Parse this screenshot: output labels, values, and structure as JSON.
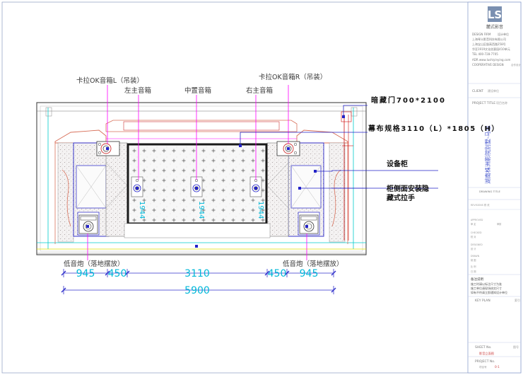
{
  "labels": {
    "karaoke_l": "卡拉OK音箱L（吊装）",
    "karaoke_r": "卡拉OK音箱R（吊装）",
    "left_main": "左主音箱",
    "center": "中置音箱",
    "right_main": "右主音箱",
    "sub_left": "低音炮（落地摆放）",
    "sub_right": "低音炮（落地摆放）"
  },
  "callouts": {
    "hidden_door": "暗藏门700*2100",
    "screen_spec": "幕布规格3110（L）*1805（H）",
    "cabinet": "设备柜",
    "handle_line1": "柜侧面安装隐",
    "handle_line2": "藏式拉手"
  },
  "dims": {
    "d945a": "945",
    "d450a": "450",
    "d3110": "3110",
    "d450b": "450",
    "d945b": "945",
    "total": "5900"
  },
  "screen_marks": {
    "left": "1944",
    "center": "1944",
    "right": "1944"
  },
  "title_block": {
    "logo_letters": "LS",
    "logo_text": "麓式影音",
    "design_firm_label": "DESIGN FIRM",
    "design_firm_cn": "设计单位",
    "company": "上海琴义影音科技有限公司",
    "address1": "上海宝山区殷高西路258号",
    "address2": "华亚1919文化创意园410单元",
    "tel": "TEL 400-728-7705",
    "adr": "ADR www.lushiyinying.com",
    "coop": "COOPERATIVE DESIGN",
    "coop_cn": "合作设计",
    "client_label": "CLIENT",
    "client_cn": "建设单位",
    "project_title_label": "PROJECT TITLE",
    "project_title_cn": "项目名称",
    "project_name": "湖南株洲影院别墅-马总",
    "drawing_title": "DRAWING TITLE",
    "revisions": "REVISIONS 修  改",
    "approved": "APPROVED",
    "approved_cn": "审    定",
    "audit": "AUDIT",
    "audit_cn": "审核",
    "checked": "CHECKED",
    "checked_cn": "校    对",
    "designed": "DESIGNED",
    "designed_cn": "设    计",
    "drawn": "DRAWN",
    "drawn_cn": "制    图",
    "scale": "SCALE",
    "scale_cn": "比    例",
    "date": "DATE",
    "date_cn": "日    期",
    "fix_cn": "修  改",
    "note_title": "备注说明",
    "note1": "施工时请以标注尺寸为准",
    "note2": "施工单位请现场核实尺寸",
    "note3": "如有不符请立即通知设计单位",
    "key_plan": "KEY  PLAN",
    "key_plan_cn": "索引",
    "sheet_no": "SHEET No.",
    "sheet_no_cn": "图号",
    "sheet_value": "影音立面图",
    "project_no": "PROJECT No.",
    "project_no_cn": "项目号",
    "project_value": "0-1"
  },
  "colors": {
    "screen_border": "#1a1a1a",
    "cabinet_blue": "#2323c8",
    "magenta": "#ff00ff",
    "cyan": "#00cccc",
    "red": "#d01010",
    "yellow": "#e0e000",
    "dim_cyan": "#00b8d8",
    "dim_blue": "#3333cc",
    "stipple": "#c8c0c0",
    "salmon": "#e89080"
  }
}
